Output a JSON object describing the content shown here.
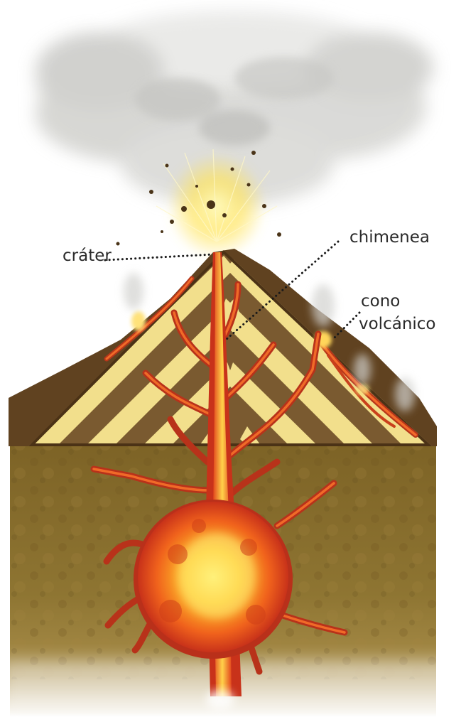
{
  "labels": {
    "crater": "cráter",
    "chimney": "chimenea",
    "cone_line1": "cono",
    "cone_line2": "volcánico"
  },
  "colors": {
    "ground": "#8a6f2c",
    "cone_brown": "#6b4a24",
    "cone_light": "#f2df8c",
    "lava": "#e8461a",
    "magma_core": "#ffe36a",
    "smoke": "#d8d8d6"
  }
}
